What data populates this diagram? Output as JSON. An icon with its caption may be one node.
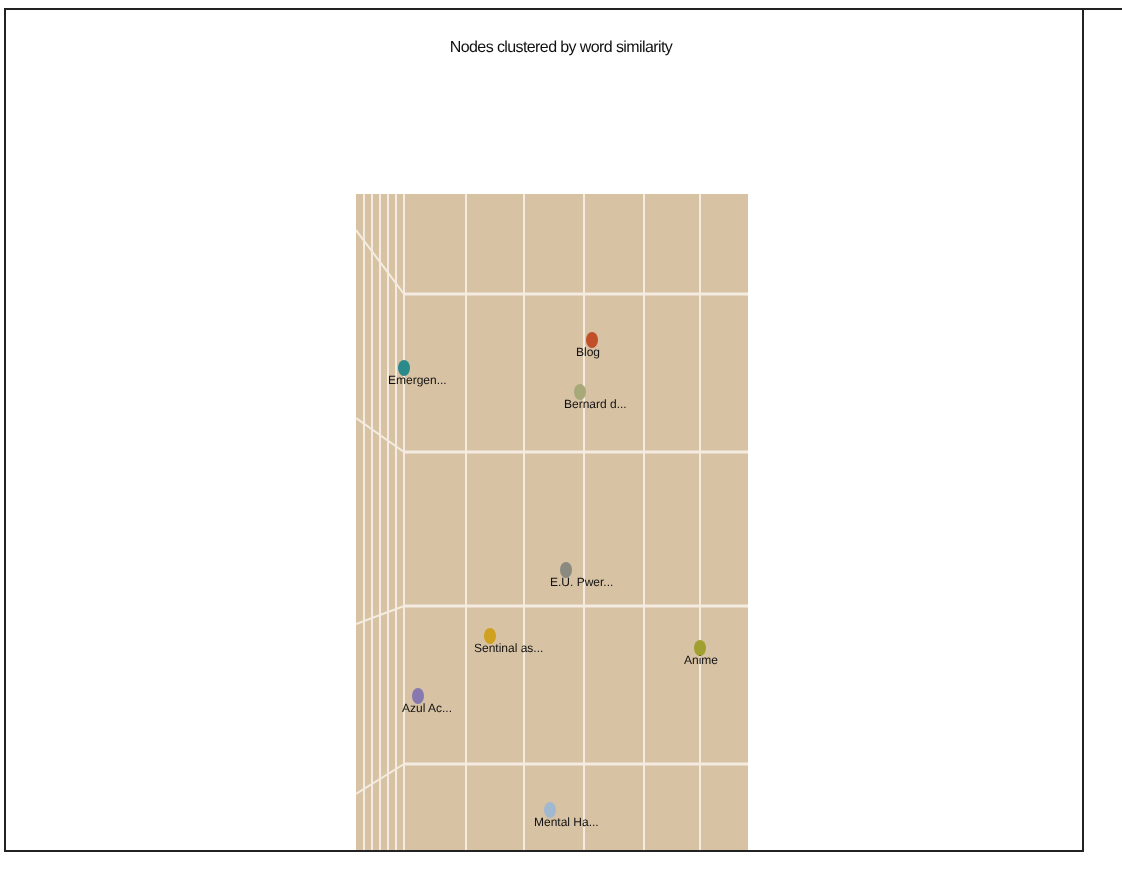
{
  "diagram": {
    "title": "Nodes clustered by word similarity",
    "nodes": [
      {
        "text": [
          "Emergen..."
        ]
      },
      {
        "text": [
          "Blog"
        ]
      },
      {
        "text": [
          "Bernard d..."
        ]
      },
      {
        "text": [
          "E.U. Pwer..."
        ]
      },
      {
        "text": [
          "Sentinal as..."
        ]
      },
      {
        "text": [
          "Anime"
        ]
      },
      {
        "text": [
          "Azul Ac..."
        ]
      },
      {
        "text": [
          "Mental Ha..."
        ]
      }
    ]
  }
}
